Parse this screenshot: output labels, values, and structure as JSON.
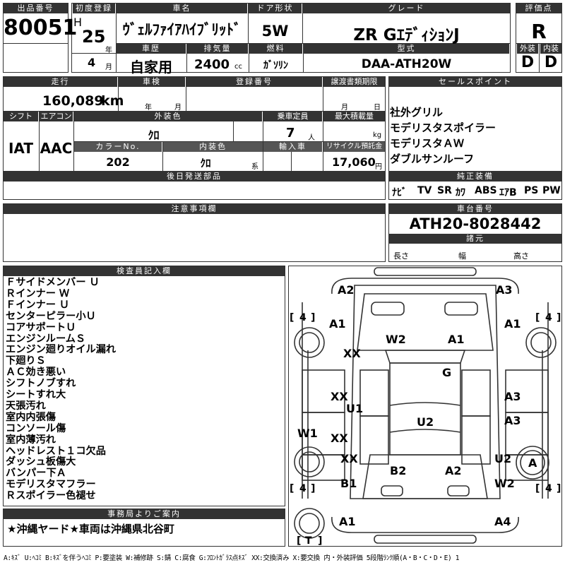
{
  "header": {
    "lot_label": "出品番号",
    "lot_no": "80051",
    "first_reg_label": "初度登録",
    "era": "H",
    "year": "25",
    "year_unit": "年",
    "month": "4",
    "month_unit": "月",
    "name_label": "車名",
    "name": "ｳﾞｪﾙﾌｧｲｱﾊｲﾌﾞﾘｯﾄﾞ",
    "door_label": "ドア形状",
    "door": "5W",
    "grade_label": "グレード",
    "grade": "ZR GｴﾃﾞｨｼｮﾝJ",
    "score_label": "評価点",
    "score": "R",
    "history_label": "車歴",
    "history": "自家用",
    "disp_label": "排気量",
    "disp": "2400",
    "disp_unit": "cc",
    "fuel_label": "燃料",
    "fuel": "ｶﾞｿﾘﾝ",
    "model_label": "型式",
    "model": "DAA-ATH20W",
    "ext_label": "外装",
    "ext": "D",
    "int_label": "内装",
    "int": "D"
  },
  "row2": {
    "mileage_label": "走行",
    "mileage": "160,089",
    "mileage_unit": "km",
    "inspection_label": "車検",
    "year_unit": "年",
    "month_unit": "月",
    "regno_label": "登録番号",
    "transfer_label": "譲渡書類期限",
    "month_unit2": "月",
    "day_unit": "日",
    "shift_label": "シフト",
    "shift": "IAT",
    "ac_label": "エアコン",
    "ac": "AAC",
    "color_label": "外装色",
    "color": "ｸﾛ",
    "capacity_label": "乗車定員",
    "capacity": "7",
    "capacity_unit": "人",
    "load_label": "最大積載量",
    "load_unit": "kg",
    "colorno_label": "カラーNo.",
    "colorno": "202",
    "intcolor_label": "内装色",
    "intcolor": "ｸﾛ",
    "intcolor_unit": "系",
    "import_label": "輸入車",
    "recycle_label": "リサイクル預託金",
    "recycle": "17,060",
    "recycle_unit": "円",
    "later_label": "後日発送部品"
  },
  "sales": {
    "label": "セールスポイント",
    "items": [
      "社外グリル",
      "モデリスタスポイラー",
      "モデリスタＡＷ",
      "ダブルサンルーフ"
    ]
  },
  "equipment": {
    "label": "純正装備",
    "items": [
      "ﾅﾋﾞ",
      "TV",
      "SR",
      "ｶﾜ",
      "ABS",
      "ｴｱB",
      "PS",
      "PW"
    ]
  },
  "notes": {
    "label": "注意事項欄"
  },
  "chassis": {
    "label": "車台番号",
    "value": "ATH20-8028442",
    "dims_label": "諸元",
    "length": "長さ",
    "width": "幅",
    "height": "高さ"
  },
  "inspector": {
    "label": "検査員記入欄",
    "items": [
      "Ｆサイドメンバー Ｕ",
      "Ｒインナー Ｗ",
      "Ｆインナー Ｕ",
      "センターピラー小Ｕ",
      "コアサポートＵ",
      "エンジンルームＳ",
      "エンジン廻りオイル漏れ",
      "下廻りＳ",
      "ＡＣ効き悪い",
      "シフトノブすれ",
      "シートすれ大",
      "天張汚れ",
      "室内内張傷",
      "コンソール傷",
      "室内薄汚れ",
      "ヘッドレスト１コ欠品",
      "ダッシュ板傷大",
      "バンパー下Ａ",
      "モデリスタマフラー",
      "Ｒスポイラー色褪せ"
    ]
  },
  "office": {
    "label": "事務局よりご案内",
    "text": "★沖縄ヤード★車両は沖縄県北谷町"
  },
  "diagram": {
    "tires": {
      "front_left": "4",
      "front_right": "4",
      "rear_left": "4",
      "rear_right": "4",
      "spare": "T"
    },
    "marks": {
      "front_bumper_left": "A2",
      "front_bumper_right": "A3",
      "front_fender_left": "A1",
      "front_fender_right": "A1",
      "engine_left": "XX",
      "hood_left": "W2",
      "hood_right": "A1",
      "roof_center": "G",
      "front_door_left": "XX",
      "front_door_right": "A3",
      "pillar_left": "U1",
      "floor_center": "U2",
      "rear_door_left": "XX",
      "rear_door_right": "A3",
      "rocker_left": "W1",
      "rear_quarter_left": "XX",
      "rear_quarter_right": "U2",
      "trunk_left": "B2",
      "trunk_right": "A2",
      "rear_fender_left": "B1",
      "rear_fender_right": "W2",
      "rear_bumper_left": "A1",
      "rear_bumper_right": "A4",
      "spare_mark": "A"
    }
  },
  "legend": "A:ｷｽﾞ U:ﾍｺﾐ B:ｷｽﾞを伴うﾍｺﾐ P:要塗装 W:補修跡 S:錆 C:腐食 G:ﾌﾛﾝﾄｶﾞﾗｽ点ｷｽﾞ XX:交換済み X:要交換 内・外装評価 5段階ﾗﾝｸ順(A・B・C・D・E) 1"
}
